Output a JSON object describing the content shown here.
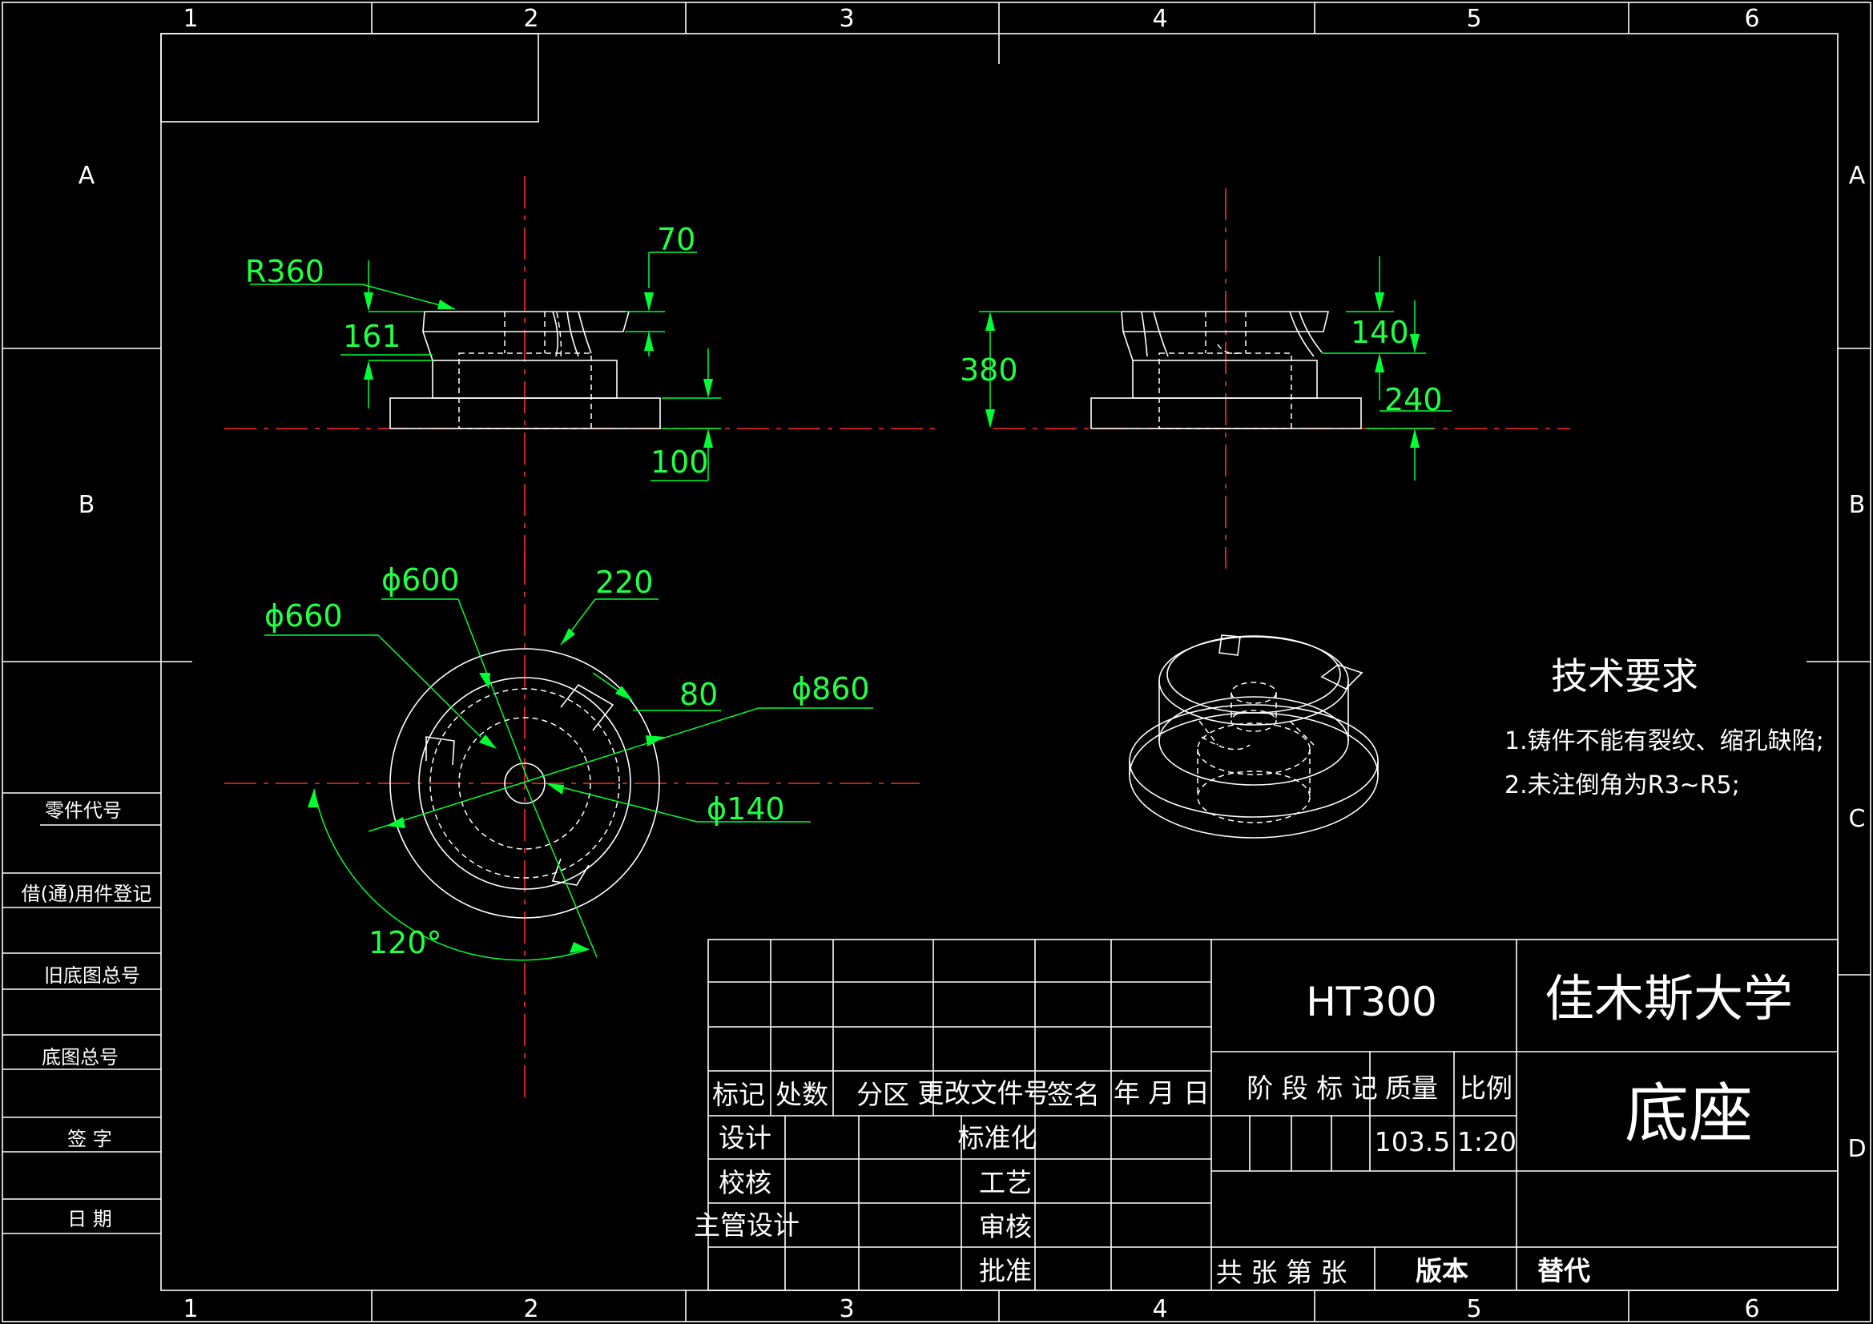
{
  "border": {
    "columns": [
      "1",
      "2",
      "3",
      "4",
      "5",
      "6"
    ],
    "rows": [
      "A",
      "B",
      "C",
      "D"
    ]
  },
  "left_strip": {
    "part_code": "零件代号",
    "borrowed": "借(通)用件登记",
    "old_base_no": "旧底图总号",
    "base_no": "底图总号",
    "signature": "签 字",
    "date": "日 期"
  },
  "dimensions": {
    "front": {
      "r360": "R360",
      "d70": "70",
      "d161": "161",
      "d100": "100"
    },
    "side": {
      "d380": "380",
      "d140": "140",
      "d240": "240"
    },
    "top": {
      "phi660": "ϕ660",
      "phi600": "ϕ600",
      "d220": "220",
      "d80": "80",
      "phi860": "ϕ860",
      "phi140": "ϕ140",
      "angle120": "120°"
    }
  },
  "notes": {
    "title": "技术要求",
    "items": [
      "1.铸件不能有裂纹、缩孔缺陷;",
      "2.未注倒角为R3~R5;"
    ]
  },
  "title_block": {
    "headers": [
      "标记",
      "处数",
      "分区",
      "更改文件号",
      "签名",
      "年 月 日"
    ],
    "roles_left": [
      "设计",
      "校核",
      "主管设计"
    ],
    "roles_right": [
      "标准化",
      "工艺",
      "审核",
      "批准"
    ],
    "material": "HT300",
    "school": "佳木斯大学",
    "stage_label": "阶 段 标 记",
    "mass_label": "质量",
    "scale_label": "比例",
    "mass": "103.5",
    "scale": "1:20",
    "part_name": "底座",
    "sheets": "共  张 第  张",
    "version": "版本",
    "replace": "替代"
  }
}
